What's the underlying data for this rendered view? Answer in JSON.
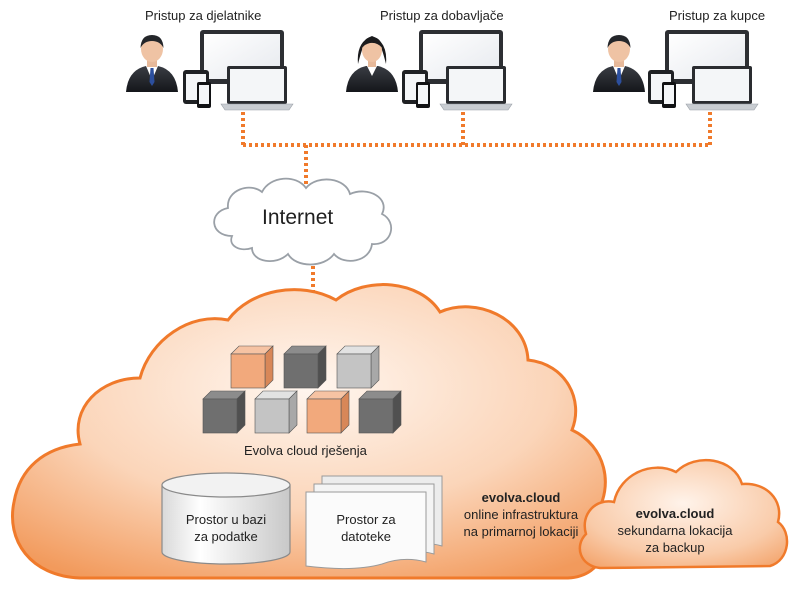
{
  "access_points": [
    {
      "label": "Pristup za djelatnike",
      "person_icon": "businessman-icon"
    },
    {
      "label": "Pristup za dobavljače",
      "person_icon": "businesswoman-icon"
    },
    {
      "label": "Pristup za kupce",
      "person_icon": "businessman-icon"
    }
  ],
  "device_icon": "devices-icon",
  "internet": {
    "label": "Internet"
  },
  "primary_cloud": {
    "solutions_label": "Evolva cloud rješenja",
    "database_label_line1": "Prostor u bazi",
    "database_label_line2": "za podatke",
    "files_label_line1": "Prostor za",
    "files_label_line2": "datoteke",
    "brand": "evolva.cloud",
    "desc_line1": "online infrastruktura",
    "desc_line2": "na primarnoj lokaciji"
  },
  "secondary_cloud": {
    "brand": "evolva.cloud",
    "desc_line1": "sekundarna lokacija",
    "desc_line2": "za backup"
  },
  "colors": {
    "orange": "#f07a2b",
    "cloud_fill_light": "#fde6d5",
    "cloud_fill_dark": "#f6a36a",
    "cube_orange": "#f2a97c",
    "cube_dark": "#6f6f6f",
    "cube_light": "#c4c4c4"
  }
}
